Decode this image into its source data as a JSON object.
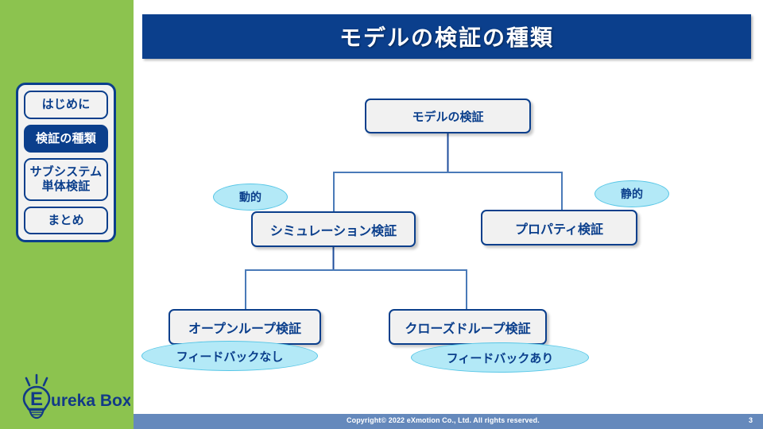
{
  "slide": {
    "title": "モデルの検証の種類",
    "page_number": "3",
    "colors": {
      "sidebar_green": "#8CC34F",
      "navy": "#0B3F8C",
      "bubble_cyan": "#B3E9F7",
      "footer_blue": "#6589BC",
      "node_fill": "#F1F1F1"
    }
  },
  "sidebar": {
    "items": [
      {
        "label": "はじめに",
        "active": false
      },
      {
        "label": "検証の種類",
        "active": true
      },
      {
        "label": "サブシステム単体検証",
        "active": false
      },
      {
        "label": "まとめ",
        "active": false
      }
    ],
    "logo": {
      "initial": "E",
      "text": "ureka Box",
      "full_name": "Eureka Box"
    }
  },
  "diagram": {
    "nodes": {
      "root": "モデルの検証",
      "simulation": "シミュレーション検証",
      "property": "プロパティ検証",
      "open_loop": "オープンループ検証",
      "closed_loop": "クローズドループ検証"
    },
    "bubbles": {
      "dynamic": "動的",
      "static": "静的",
      "no_feedback": "フィードバックなし",
      "with_feedback": "フィードバックあり"
    }
  },
  "footer": {
    "copyright": "Copyright© 2022 eXmotion Co., Ltd. All rights reserved.",
    "page_number": "3"
  }
}
